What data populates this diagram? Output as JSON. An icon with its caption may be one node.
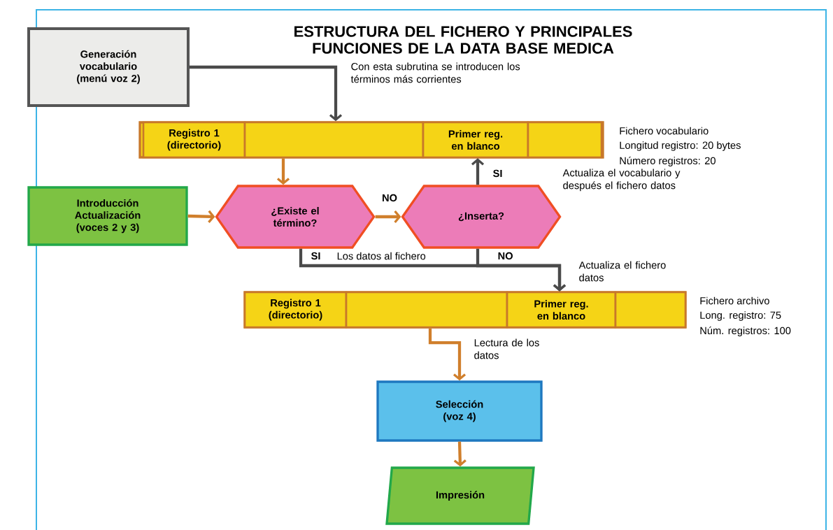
{
  "diagram": {
    "title": "ESTRUCTURA DEL FICHERO Y PRINCIPALES FUNCIONES DE LA DATA BASE MEDICA",
    "nodes": [
      {
        "text": [
          "Generación vocabulario (menú voz 2)"
        ]
      },
      {
        "text": [],
        "shape": "bar",
        "beside": [
          "Fichero vocabulario",
          "Longitud registro: 20 bytes",
          "Número registros: 20"
        ]
      },
      {
        "text": [
          "Registro 1 (directorio)"
        ],
        "in": 1
      },
      {
        "text": [],
        "shape": "box",
        "in": 1
      },
      {
        "text": [
          "Primer reg. en blanco"
        ],
        "in": 1
      },
      {
        "text": [],
        "shape": "box",
        "in": 1
      },
      {
        "text": [
          "Introducción Actualización (voces 2 y 3)"
        ]
      },
      {
        "text": [
          "¿Existe el término?"
        ]
      },
      {
        "text": [
          "¿Inserta?"
        ]
      },
      {
        "text": [],
        "shape": "bar",
        "beside": [
          "Fichero archivo",
          "Long. registro: 75",
          "Núm. registros: 100"
        ]
      },
      {
        "text": [
          "Registro 1 (directorio)"
        ],
        "in": 9
      },
      {
        "text": [],
        "shape": "box",
        "in": 9
      },
      {
        "text": [
          "Primer reg. en blanco"
        ],
        "in": 9
      },
      {
        "text": [],
        "shape": "box",
        "in": 9
      },
      {
        "text": [
          "Selección (voz 4)"
        ]
      },
      {
        "text": [
          "Impresión"
        ]
      }
    ],
    "edges": [
      {
        "from": 0,
        "to": 1,
        "arrow": "to",
        "label": "Con esta subrutina se introducen los términos más corrientes",
        "color": "#4a4a4a"
      },
      {
        "from": 1,
        "to": 7,
        "arrow": "to"
      },
      {
        "from": 6,
        "to": 7,
        "arrow": "to"
      },
      {
        "from": 7,
        "to": 8,
        "arrow": "to",
        "label": "NO"
      },
      {
        "from": 8,
        "to": 4,
        "arrow": "to",
        "label": "SI",
        "color": "#4a4a4a"
      },
      {
        "from": 7,
        "to": 12,
        "arrow": "to",
        "label": "SI",
        "color": "#4a4a4a"
      },
      {
        "from": 8,
        "to": 12,
        "arrow": "to",
        "label": "NO",
        "color": "#4a4a4a"
      },
      {
        "from": 9,
        "to": 14,
        "arrow": "to",
        "label": "Lectura de los datos"
      },
      {
        "from": 14,
        "to": 15,
        "arrow": "to"
      }
    ],
    "labels": [
      "Actualiza el vocabulario y después el fichero datos",
      "Los datos al fichero",
      "Actualiza el fichero datos"
    ]
  }
}
